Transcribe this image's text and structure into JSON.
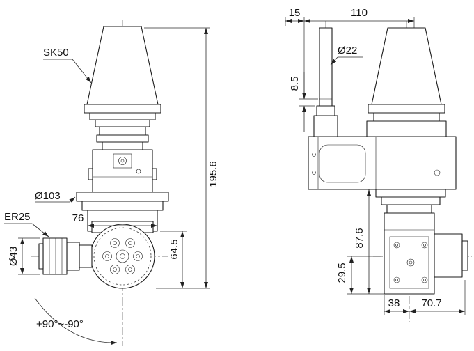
{
  "colors": {
    "ink": "#1a1a1a",
    "background": "#ffffff"
  },
  "front_view": {
    "taper_label": "SK50",
    "flange_diameter": "Ø103",
    "head_width": "76",
    "collet_label": "ER25",
    "collet_nut_diameter": "Ø43",
    "overall_height": "195.6",
    "head_height": "64.5",
    "swivel_range": "+90°~-90°"
  },
  "side_view": {
    "spindle_offset": "15",
    "body_length": "110",
    "spindle_diameter": "Ø22",
    "nose_step": "8.5",
    "body_height": "87.6",
    "lower_height": "29.5",
    "block_width": "38",
    "side_length": "70.7"
  }
}
